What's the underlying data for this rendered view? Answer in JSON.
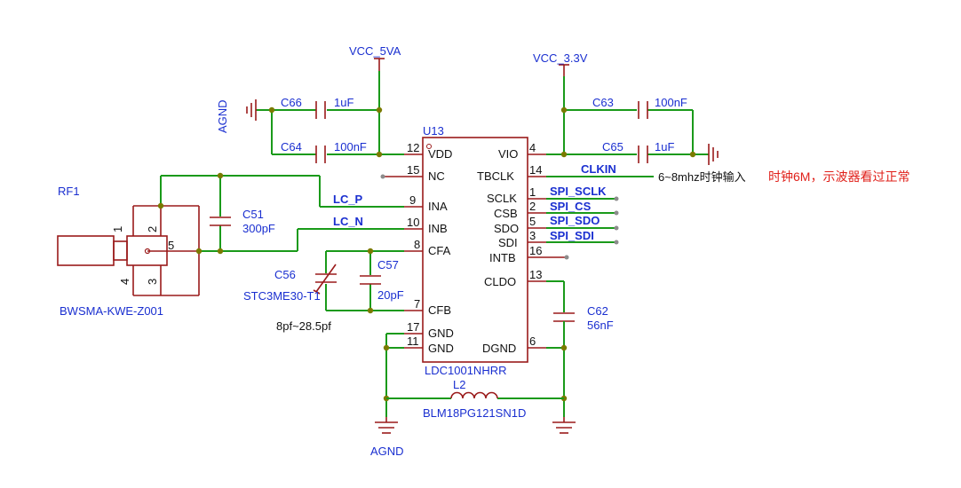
{
  "supplies": {
    "vcc_5v": "VCC_5VA",
    "vcc_3v3": "VCC_3.3V",
    "agnd_left": "AGND",
    "agnd_bottom": "AGND"
  },
  "chip": {
    "ref": "U13",
    "part": "LDC1001NHRR",
    "left_pins": [
      {
        "num": "12",
        "name": "VDD"
      },
      {
        "num": "15",
        "name": "NC"
      },
      {
        "num": "9",
        "name": "INA"
      },
      {
        "num": "10",
        "name": "INB"
      },
      {
        "num": "8",
        "name": "CFA"
      },
      {
        "num": "7",
        "name": "CFB"
      },
      {
        "num": "17",
        "name": "GND"
      },
      {
        "num": "11",
        "name": "GND"
      }
    ],
    "right_pins": [
      {
        "num": "4",
        "name": "VIO"
      },
      {
        "num": "14",
        "name": "TBCLK"
      },
      {
        "num": "1",
        "name": "SCLK"
      },
      {
        "num": "2",
        "name": "CSB"
      },
      {
        "num": "5",
        "name": "SDO"
      },
      {
        "num": "3",
        "name": "SDI"
      },
      {
        "num": "16",
        "name": "INTB"
      },
      {
        "num": "13",
        "name": "CLDO"
      },
      {
        "num": "6",
        "name": "DGND"
      }
    ]
  },
  "capacitors": {
    "c66": {
      "ref": "C66",
      "value": "1uF"
    },
    "c64": {
      "ref": "C64",
      "value": "100nF"
    },
    "c63": {
      "ref": "C63",
      "value": "100nF"
    },
    "c65": {
      "ref": "C65",
      "value": "1uF"
    },
    "c51": {
      "ref": "C51",
      "value": "300pF"
    },
    "c57": {
      "ref": "C57",
      "value": "20pF"
    },
    "c62": {
      "ref": "C62",
      "value": "56nF"
    },
    "c56": {
      "ref": "C56",
      "value": "STC3ME30-T1",
      "range": "8pf~28.5pf"
    }
  },
  "inductor": {
    "ref": "L2",
    "value": "BLM18PG121SN1D"
  },
  "connector": {
    "ref": "RF1",
    "part": "BWSMA-KWE-Z001",
    "pins": [
      "1",
      "2",
      "5",
      "4",
      "3"
    ]
  },
  "nets": {
    "lc_p": "LC_P",
    "lc_n": "LC_N",
    "clkin": "CLKIN",
    "spi_sclk": "SPI_SCLK",
    "spi_cs": "SPI_CS",
    "spi_sdo": "SPI_SDO",
    "spi_sdi": "SPI_SDI"
  },
  "notes": {
    "clock_input": "6~8mhz时钟输入",
    "oscilloscope": "时钟6M，示波器看过正常"
  },
  "colors": {
    "wire": "#1a9a1a",
    "component": "#9a1a1a",
    "label": "#1a2fd0",
    "note_red": "#e0201a"
  }
}
